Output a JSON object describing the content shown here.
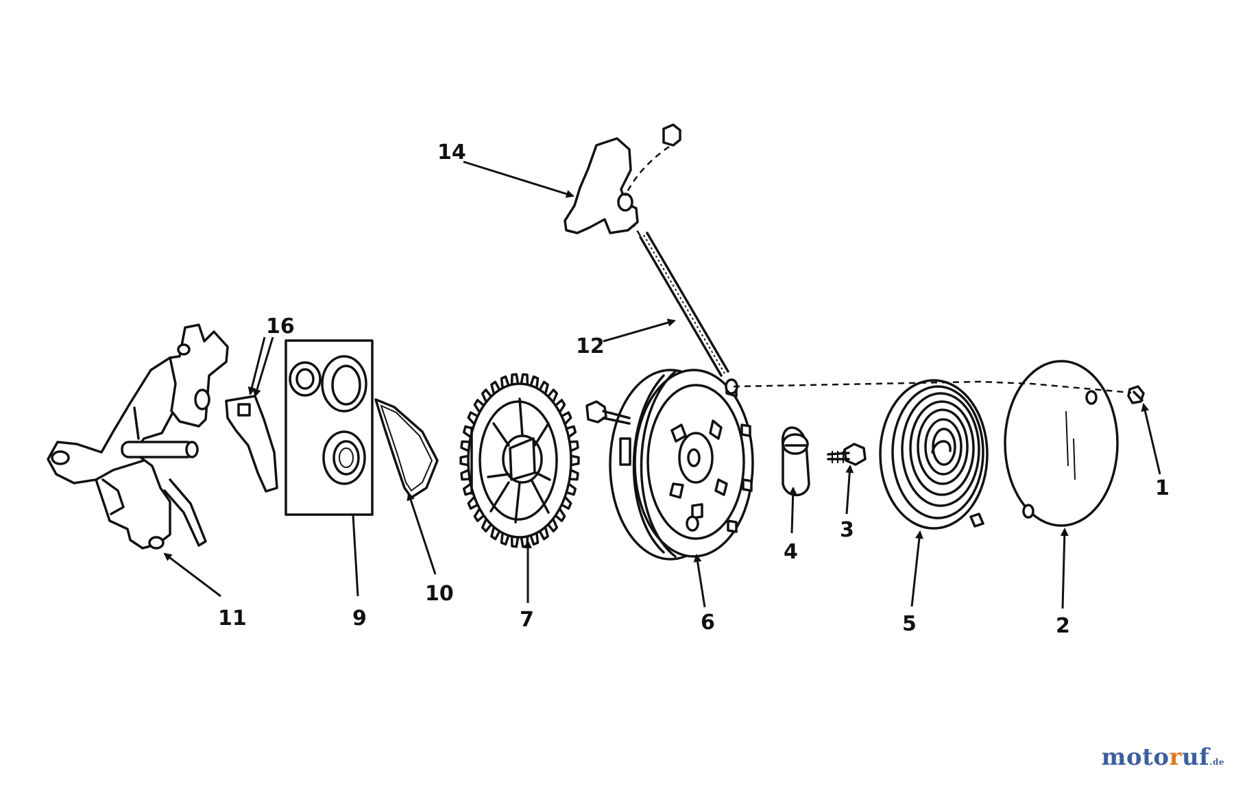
{
  "colors": {
    "ink": "#111111",
    "watermark_main": "#3c5f9e",
    "watermark_accent": "#e07a22"
  },
  "labels": {
    "l1": "1",
    "l2": "2",
    "l3": "3",
    "l4": "4",
    "l5": "5",
    "l6": "6",
    "l7": "7",
    "l9": "9",
    "l10": "10",
    "l11": "11",
    "l12": "12",
    "l14": "14",
    "l16": "16"
  },
  "watermark": {
    "part_a": "moto",
    "part_b": "r",
    "part_c": "uf",
    "tld": ".de"
  }
}
